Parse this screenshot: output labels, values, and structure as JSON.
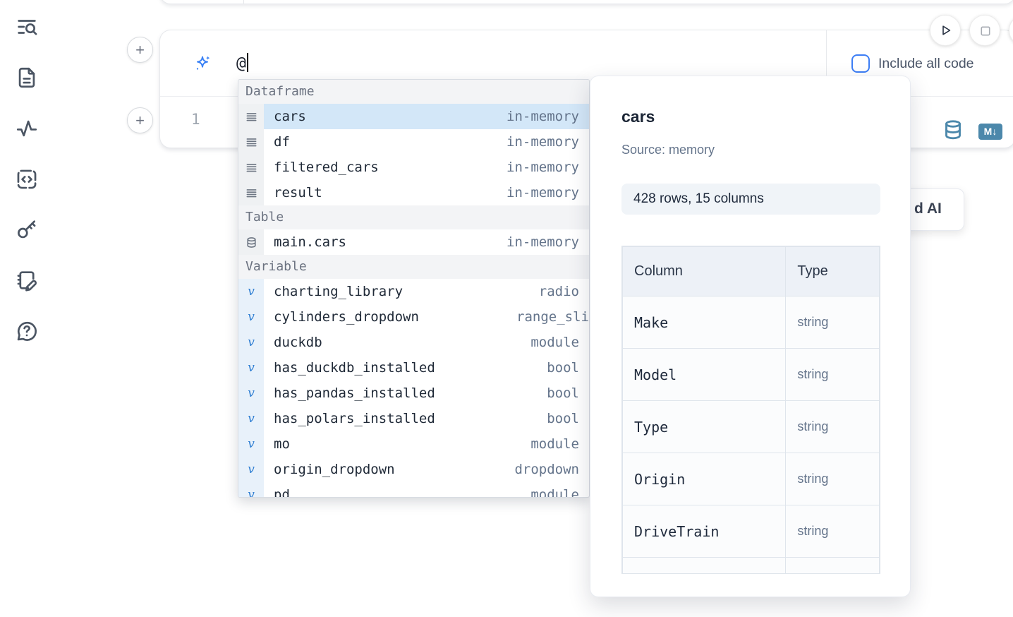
{
  "colors": {
    "accent_blue": "#3b82f6",
    "steel_blue": "#4c88ab",
    "selection_blue": "#d3e7f8",
    "icon_slate": "#4b5563"
  },
  "sidebar": {
    "items": [
      {
        "icon": "list-search-icon"
      },
      {
        "icon": "document-icon"
      },
      {
        "icon": "activity-icon"
      },
      {
        "icon": "code-snippet-icon"
      },
      {
        "icon": "key-icon"
      },
      {
        "icon": "notebook-pen-icon"
      },
      {
        "icon": "help-chat-icon"
      }
    ]
  },
  "cell": {
    "prompt_value": "@",
    "include_all_code_label": "Include all code",
    "line_number": "1",
    "markdown_badge": "M↓",
    "plus_label": "+"
  },
  "completion": {
    "sections": [
      {
        "label": "Dataframe",
        "kind": "dataframe",
        "items": [
          {
            "name": "cars",
            "type": "in-memory",
            "selected": true
          },
          {
            "name": "df",
            "type": "in-memory"
          },
          {
            "name": "filtered_cars",
            "type": "in-memory"
          },
          {
            "name": "result",
            "type": "in-memory"
          }
        ]
      },
      {
        "label": "Table",
        "kind": "table",
        "items": [
          {
            "name": "main.cars",
            "type": "in-memory"
          }
        ]
      },
      {
        "label": "Variable",
        "kind": "variable",
        "items": [
          {
            "name": "charting_library",
            "type": "radio"
          },
          {
            "name": "cylinders_dropdown",
            "type": "range_sli",
            "clipped": true
          },
          {
            "name": "duckdb",
            "type": "module"
          },
          {
            "name": "has_duckdb_installed",
            "type": "bool"
          },
          {
            "name": "has_pandas_installed",
            "type": "bool"
          },
          {
            "name": "has_polars_installed",
            "type": "bool"
          },
          {
            "name": "mo",
            "type": "module"
          },
          {
            "name": "origin_dropdown",
            "type": "dropdown"
          },
          {
            "name": "pd",
            "type": "module"
          }
        ]
      }
    ]
  },
  "preview": {
    "title": "cars",
    "source": "Source: memory",
    "shape_badge": "428 rows, 15 columns",
    "table": {
      "headers": [
        "Column",
        "Type"
      ],
      "rows": [
        [
          "Make",
          "string"
        ],
        [
          "Model",
          "string"
        ],
        [
          "Type",
          "string"
        ],
        [
          "Origin",
          "string"
        ],
        [
          "DriveTrain",
          "string"
        ],
        [
          "",
          ""
        ]
      ]
    }
  },
  "ai_card": {
    "visible_label": "d AI"
  }
}
